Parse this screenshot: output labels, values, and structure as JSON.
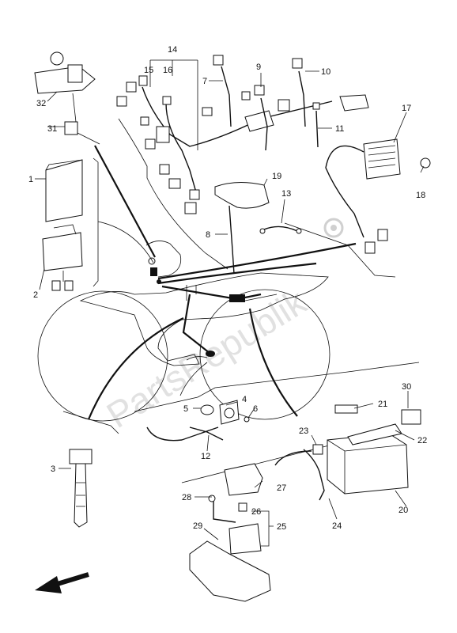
{
  "labels": {
    "p1": "1",
    "p2": "2",
    "p3": "3",
    "p4": "4",
    "p5": "5",
    "p6": "6",
    "p7": "7",
    "p8": "8",
    "p9": "9",
    "p10": "10",
    "p11": "11",
    "p12": "12",
    "p13": "13",
    "p14": "14",
    "p15": "15",
    "p16": "16",
    "p17": "17",
    "p18": "18",
    "p19": "19",
    "p20": "20",
    "p21": "21",
    "p22": "22",
    "p23": "23",
    "p24": "24",
    "p25": "25",
    "p26": "26",
    "p27": "27",
    "p28": "28",
    "p29": "29",
    "p30": "30",
    "p31": "31",
    "p32": "32"
  },
  "watermark": "PartsRepublik",
  "icons": {
    "front_arrow": "arrow-left-icon",
    "watermark_gear": "gear-icon"
  }
}
